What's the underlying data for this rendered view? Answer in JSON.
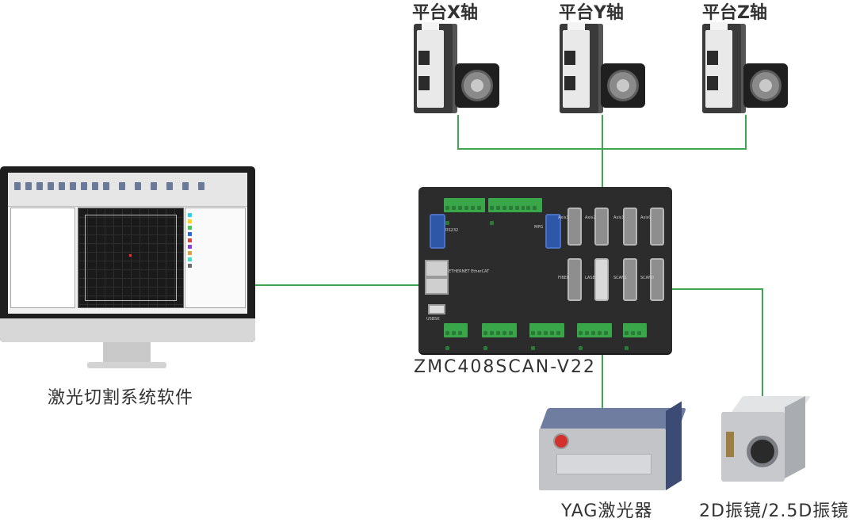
{
  "axes": [
    {
      "label": "平台X轴"
    },
    {
      "label": "平台Y轴"
    },
    {
      "label": "平台Z轴"
    }
  ],
  "controller": {
    "model": "ZMC408SCAN-V22",
    "silkscreen": [
      "RS232",
      "ETHERNET EtherCAT",
      "USBSK",
      "MPG",
      "Axis3",
      "Axis2",
      "Axis1",
      "Axis0",
      "FIBER",
      "LASER",
      "SCAN1",
      "SCAN0"
    ]
  },
  "software": {
    "label": "激光切割系统软件"
  },
  "laser": {
    "label": "YAG激光器"
  },
  "galvo": {
    "label": "2D振镜/2.5D振镜"
  },
  "colors": {
    "wire": "#3fa64f",
    "text": "#333333",
    "controller_body": "#2c2c2c",
    "terminal_green": "#3aa64a"
  },
  "icons": [
    "servo-driver",
    "servo-motor",
    "motion-controller",
    "desktop-monitor",
    "laser-source",
    "galvo-scanner"
  ]
}
